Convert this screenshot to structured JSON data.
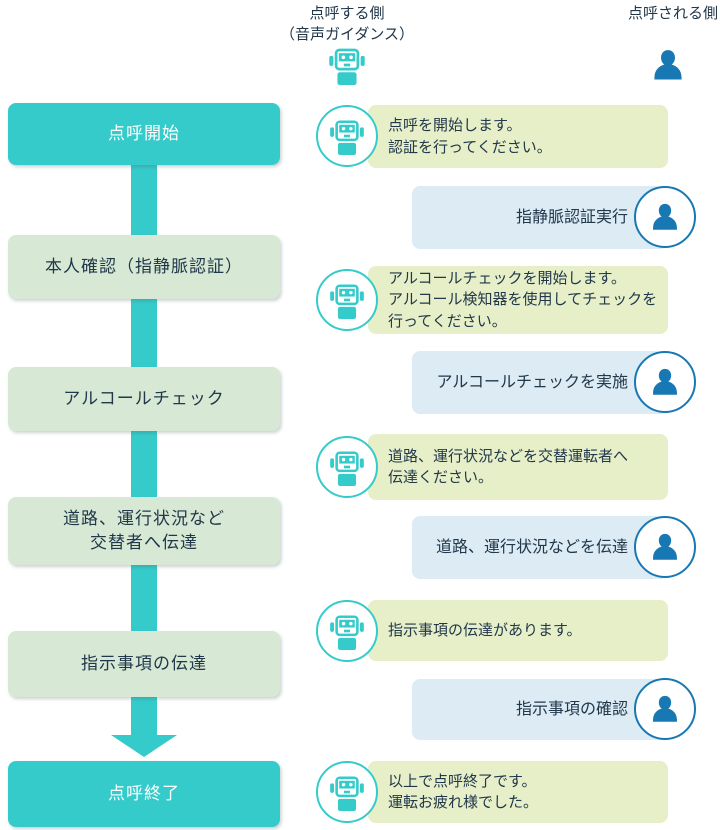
{
  "header": {
    "caller": {
      "line1": "点呼する側",
      "line2": "（音声ガイダンス）"
    },
    "callee": {
      "label": "点呼される側"
    }
  },
  "flow": {
    "steps": [
      {
        "label": "点呼開始",
        "type": "terminal"
      },
      {
        "label": "本人確認（指静脈認証）",
        "type": "process"
      },
      {
        "label": "アルコールチェック",
        "type": "process"
      },
      {
        "label": "道路、運行状況など\n交替者へ伝達",
        "type": "process"
      },
      {
        "label": "指示事項の伝達",
        "type": "process"
      },
      {
        "label": "点呼終了",
        "type": "terminal"
      }
    ]
  },
  "conversation": {
    "messages": [
      {
        "speaker": "robot",
        "text": "点呼を開始します。\n認証を行ってください。"
      },
      {
        "speaker": "person",
        "text": "指静脈認証実行"
      },
      {
        "speaker": "robot",
        "text": "アルコールチェックを開始します。\nアルコール検知器を使用してチェックを\n行ってください。"
      },
      {
        "speaker": "person",
        "text": "アルコールチェックを実施"
      },
      {
        "speaker": "robot",
        "text": "道路、運行状況などを交替運転者へ\n伝達ください。"
      },
      {
        "speaker": "person",
        "text": "道路、運行状況などを伝達"
      },
      {
        "speaker": "robot",
        "text": "指示事項の伝達があります。"
      },
      {
        "speaker": "person",
        "text": "指示事項の確認"
      },
      {
        "speaker": "robot",
        "text": "以上で点呼終了です。\n運転お疲れ様でした。"
      }
    ]
  },
  "icons": {
    "robot": "robot-icon",
    "person": "person-icon"
  },
  "colors": {
    "teal": "#35cbca",
    "step_green": "#d7e9d4",
    "robot_bubble": "#e7efc8",
    "person_bubble": "#dcebf4",
    "person_blue": "#1878b3",
    "text_dark": "#21374a"
  }
}
